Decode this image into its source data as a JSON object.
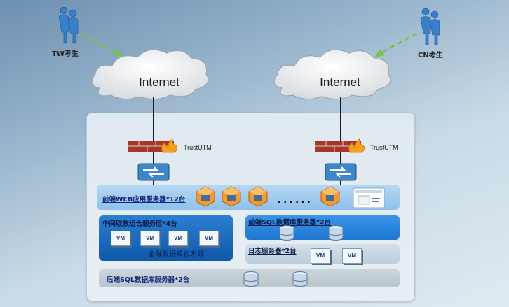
{
  "users": {
    "left_label": "TW考生",
    "right_label": "CN考生"
  },
  "clouds": {
    "left": "Internet",
    "right": "Internet"
  },
  "firewalls": {
    "left_label": "TrustUTM",
    "right_label": "TrustUTM"
  },
  "tiers": {
    "web": "前端WEB应用服务器*12台",
    "middle": "中间取数组合服务层*4台",
    "middle_sub": "金融数据模拟系统",
    "sql_front": "前端SQL数据库服务器*2台",
    "log": "日志服务器*2台",
    "sql_back": "后端SQL数据库服务器*2台"
  },
  "vm_text": "VM",
  "dots": "......",
  "colors": {
    "web_band": "#9ec9ef",
    "middle_band": "#1d6fc4",
    "sql_band": "#2b87e0",
    "log_band": "#c9d9e4",
    "back_band": "#c4ced6",
    "arrow": "#7bc043"
  }
}
